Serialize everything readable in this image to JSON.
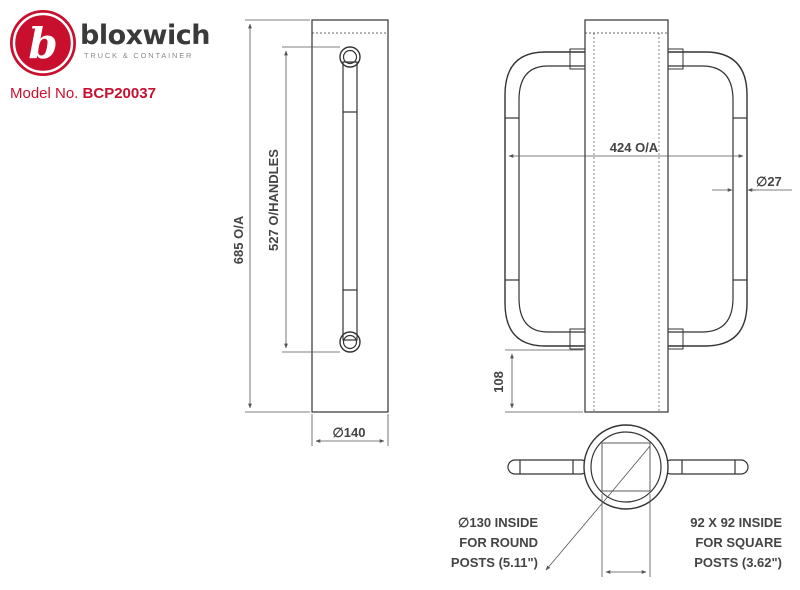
{
  "brand": {
    "name": "bloxwich",
    "tagline": "TRUCK & CONTAINER",
    "logo_letter": "b",
    "logo_color": "#c8102e"
  },
  "model": {
    "label": "Model No.",
    "number": "BCP20037"
  },
  "dimensions": {
    "overall_height": "685 O/A",
    "handles": "527 O/HANDLES",
    "diameter": "∅140",
    "overall_width": "424 O/A",
    "bar_diameter": "∅27",
    "base_offset": "108"
  },
  "notes": {
    "round": [
      "∅130 INSIDE",
      "FOR ROUND",
      "POSTS (5.11\")"
    ],
    "square": [
      "92 X 92 INSIDE",
      "FOR SQUARE",
      "POSTS (3.62\")"
    ]
  },
  "colors": {
    "line": "#333333",
    "dim_line": "#555555",
    "text": "#444444"
  }
}
